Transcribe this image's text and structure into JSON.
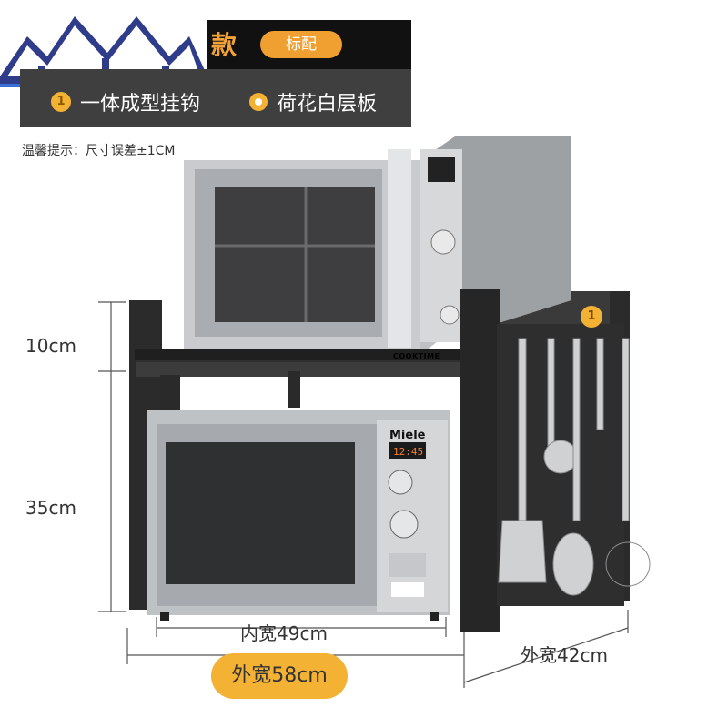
{
  "header": {
    "title_fragment": "款",
    "badge": "标配",
    "features": [
      {
        "number": "1",
        "label": "一体成型挂钩"
      },
      {
        "label": "荷花白层板"
      }
    ]
  },
  "tip": "温馨提示：尺寸误差±1CM",
  "dimensions": {
    "upper_height": "10cm",
    "lower_height": "35cm",
    "inner_width": "内宽49cm",
    "outer_width": "外宽58cm",
    "depth": "外宽42cm"
  },
  "product": {
    "rack_brand": "COOKTIME",
    "lower_oven_brand": "Miele",
    "lower_oven_clock": "12:45",
    "hook_marker": "1"
  },
  "colors": {
    "accent": "#f3a23a",
    "rack": "#2b2b2b",
    "header_bg": "#3f3f3f"
  }
}
